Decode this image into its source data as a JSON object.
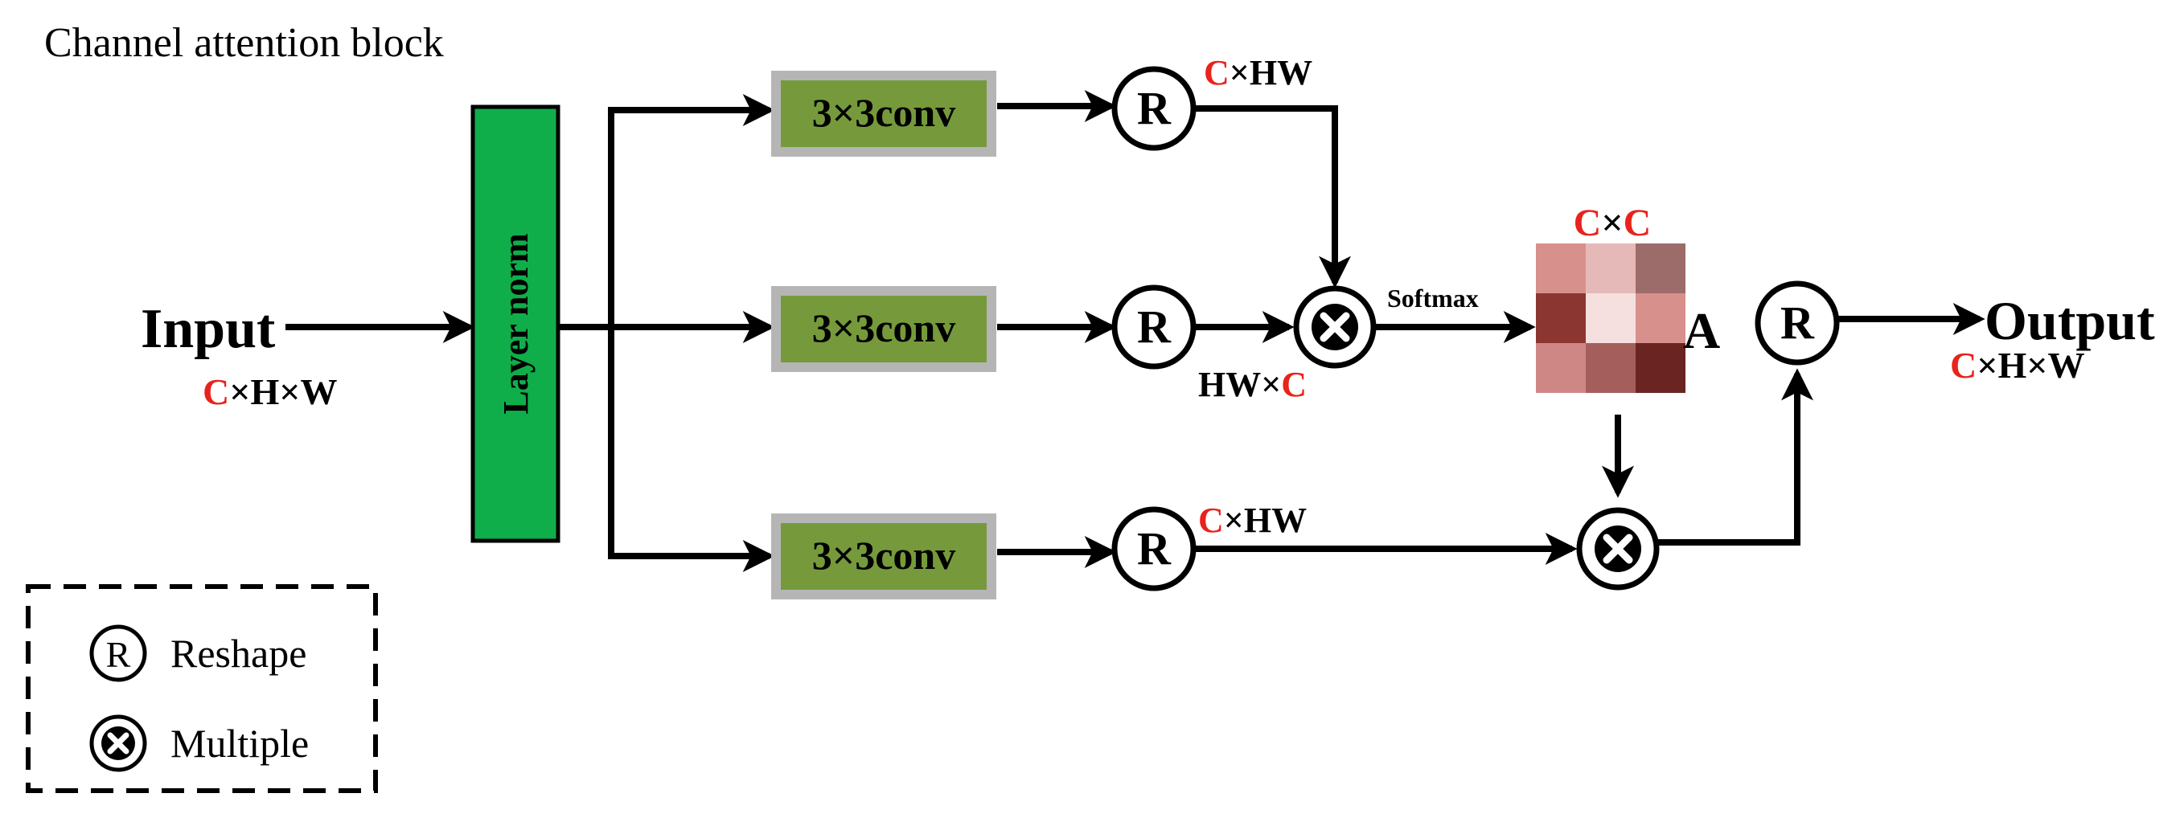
{
  "title": "Channel attention block",
  "input": {
    "label": "Input",
    "dim_c": "C",
    "dim_rest": "×H×W"
  },
  "layernorm": {
    "label": "Layer norm",
    "color": "#0fae4b"
  },
  "conv": {
    "label": "3×3conv",
    "fill": "#769a3b",
    "border": "#b5b5b5"
  },
  "reshape_symbol": "R",
  "dims": {
    "top_c": "C",
    "top_rest": "×HW",
    "mid_pre": "HW×",
    "mid_c": "C",
    "bot_c": "C",
    "bot_rest": "×HW",
    "attn_c1": "C",
    "attn_x": "×",
    "attn_c2": "C"
  },
  "softmax": "Softmax",
  "attention_label": "A",
  "attention_matrix": [
    [
      "#d7908b",
      "#e5b9b8",
      "#9c6c6a"
    ],
    [
      "#8c3632",
      "#f5dfdf",
      "#d7908b"
    ],
    [
      "#cf8785",
      "#a45e5b",
      "#6a2421"
    ]
  ],
  "output": {
    "label": "Output",
    "dim_c": "C",
    "dim_rest": "×H×W"
  },
  "legend": {
    "reshape": "Reshape",
    "multiple": "Multiple"
  },
  "colors": {
    "accent_red": "#e8231b",
    "stroke": "#000000"
  }
}
